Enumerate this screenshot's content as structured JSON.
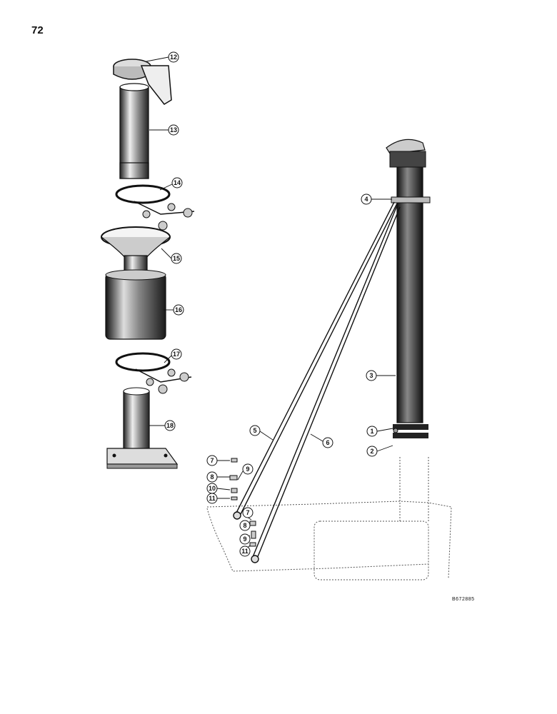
{
  "page": {
    "number": "72",
    "ref_code": "B672885"
  },
  "callouts": {
    "c1": "1",
    "c2": "2",
    "c3": "3",
    "c4": "4",
    "c5": "5",
    "c6": "6",
    "c7a": "7",
    "c7b": "7",
    "c8a": "8",
    "c8b": "8",
    "c9a": "9",
    "c9b": "9",
    "c10": "10",
    "c11a": "11",
    "c11b": "11",
    "c12": "12",
    "c13": "13",
    "c14": "14",
    "c15": "15",
    "c16": "16",
    "c17": "17",
    "c18": "18"
  }
}
